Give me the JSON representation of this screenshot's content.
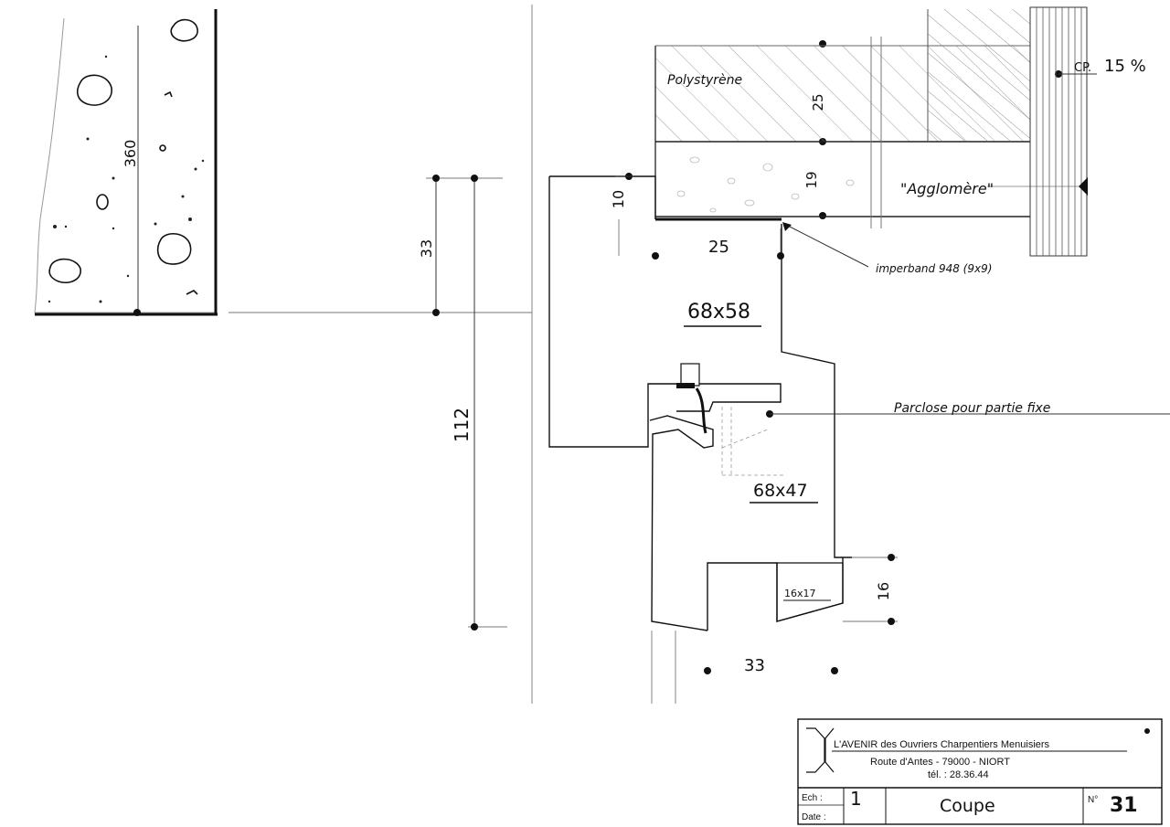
{
  "labels": {
    "polystyrene": "Polystyrène",
    "dim_25_top": "25",
    "dim_19": "19",
    "agglomere": "\"Agglomère\"",
    "cp": "CP.",
    "cp_value": "15 %",
    "dim_10": "10",
    "dim_25_mid": "25",
    "imperband": "imperband 948 (9x9)",
    "dim_33_left": "33",
    "dim_360": "360",
    "section_68x58": "68x58",
    "parclose": "Parclose pour partie fixe",
    "dim_112": "112",
    "section_68x47": "68x47",
    "section_16x17": "16x17",
    "dim_16": "16",
    "dim_33_bottom": "33"
  },
  "title_block": {
    "company": "L'AVENIR des Ouvriers Charpentiers Menuisiers",
    "address": "Route d'Antes - 79000 - NIORT",
    "phone": "tél. : 28.36.44",
    "ech_label": "Ech :",
    "ech_value": "1",
    "date_label": "Date :",
    "title": "Coupe",
    "number_label": "N°",
    "number_value": "31"
  }
}
